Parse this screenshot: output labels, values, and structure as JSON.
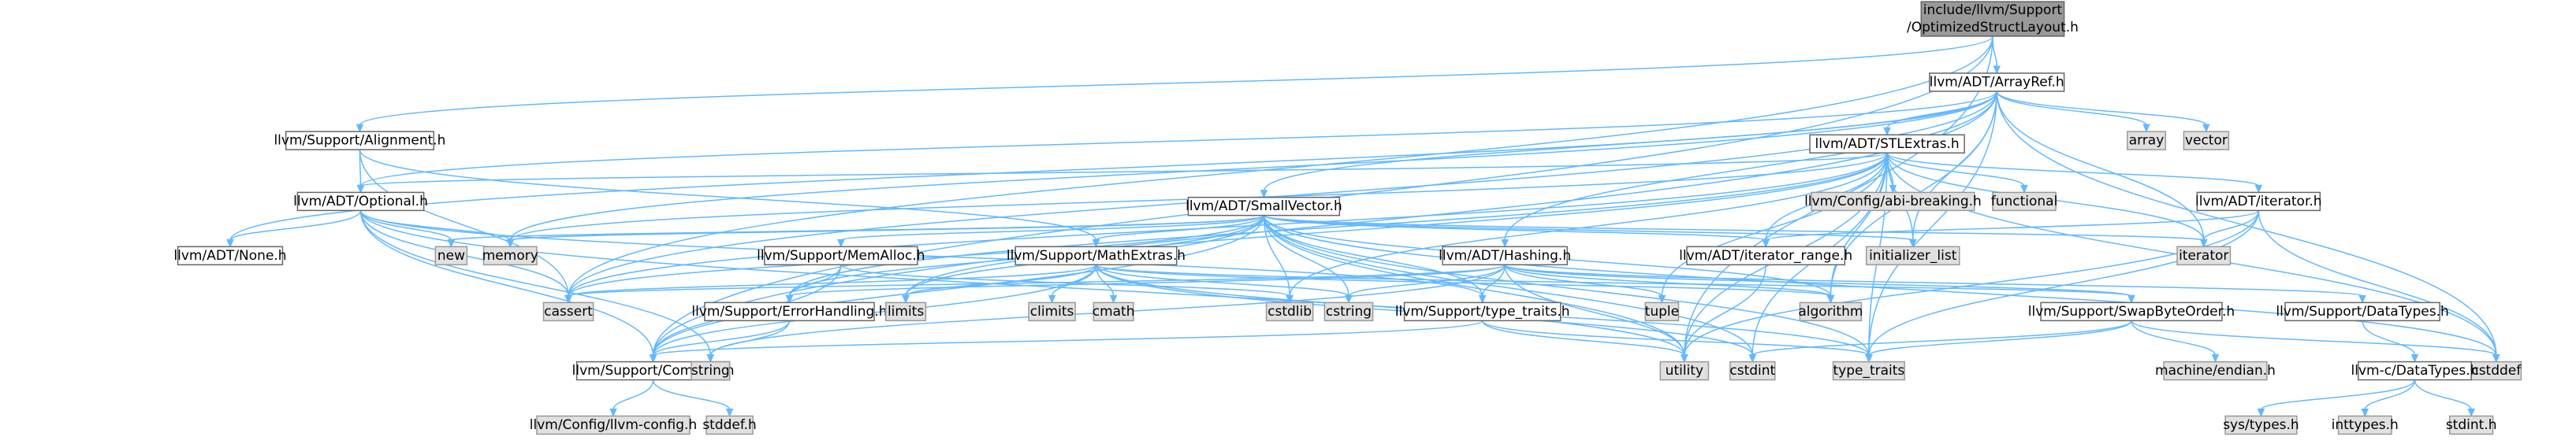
{
  "title": "include/llvm/Support/OptimizedStructLayout.h",
  "edge_color": "#63b8ff",
  "root_fill": "#999999",
  "system_fill": "#e0e0e0",
  "nodes": [
    {
      "id": "root",
      "lines": [
        "include/llvm/Support",
        "/OptimizedStructLayout.h"
      ],
      "kind": "root"
    },
    {
      "id": "arrayref",
      "lines": [
        "llvm/ADT/ArrayRef.h"
      ],
      "kind": "user"
    },
    {
      "id": "alignment",
      "lines": [
        "llvm/Support/Alignment.h"
      ],
      "kind": "user"
    },
    {
      "id": "stlextras",
      "lines": [
        "llvm/ADT/STLExtras.h"
      ],
      "kind": "user"
    },
    {
      "id": "array",
      "lines": [
        "array"
      ],
      "kind": "sys"
    },
    {
      "id": "vector",
      "lines": [
        "vector"
      ],
      "kind": "sys"
    },
    {
      "id": "optional",
      "lines": [
        "llvm/ADT/Optional.h"
      ],
      "kind": "user"
    },
    {
      "id": "smallvector",
      "lines": [
        "llvm/ADT/SmallVector.h"
      ],
      "kind": "user"
    },
    {
      "id": "abibreaking",
      "lines": [
        "llvm/Config/abi-breaking.h"
      ],
      "kind": "sys"
    },
    {
      "id": "functional",
      "lines": [
        "functional"
      ],
      "kind": "sys"
    },
    {
      "id": "iteratorh",
      "lines": [
        "llvm/ADT/iterator.h"
      ],
      "kind": "user"
    },
    {
      "id": "none",
      "lines": [
        "llvm/ADT/None.h"
      ],
      "kind": "user"
    },
    {
      "id": "new",
      "lines": [
        "new"
      ],
      "kind": "sys"
    },
    {
      "id": "memory",
      "lines": [
        "memory"
      ],
      "kind": "sys"
    },
    {
      "id": "memalloc",
      "lines": [
        "llvm/Support/MemAlloc.h"
      ],
      "kind": "user"
    },
    {
      "id": "mathextras",
      "lines": [
        "llvm/Support/MathExtras.h"
      ],
      "kind": "user"
    },
    {
      "id": "hashing",
      "lines": [
        "llvm/ADT/Hashing.h"
      ],
      "kind": "user"
    },
    {
      "id": "iterrange",
      "lines": [
        "llvm/ADT/iterator_range.h"
      ],
      "kind": "user"
    },
    {
      "id": "initlist",
      "lines": [
        "initializer_list"
      ],
      "kind": "sys"
    },
    {
      "id": "iterator",
      "lines": [
        "iterator"
      ],
      "kind": "sys"
    },
    {
      "id": "cassert",
      "lines": [
        "cassert"
      ],
      "kind": "sys"
    },
    {
      "id": "errorhandling",
      "lines": [
        "llvm/Support/ErrorHandling.h"
      ],
      "kind": "user"
    },
    {
      "id": "limits",
      "lines": [
        "limits"
      ],
      "kind": "sys"
    },
    {
      "id": "climits",
      "lines": [
        "climits"
      ],
      "kind": "sys"
    },
    {
      "id": "cmath",
      "lines": [
        "cmath"
      ],
      "kind": "sys"
    },
    {
      "id": "cstdlib",
      "lines": [
        "cstdlib"
      ],
      "kind": "sys"
    },
    {
      "id": "cstring",
      "lines": [
        "cstring"
      ],
      "kind": "sys"
    },
    {
      "id": "typetraitsh",
      "lines": [
        "llvm/Support/type_traits.h"
      ],
      "kind": "user"
    },
    {
      "id": "tuple",
      "lines": [
        "tuple"
      ],
      "kind": "sys"
    },
    {
      "id": "algorithm",
      "lines": [
        "algorithm"
      ],
      "kind": "sys"
    },
    {
      "id": "swapbyteorder",
      "lines": [
        "llvm/Support/SwapByteOrder.h"
      ],
      "kind": "user"
    },
    {
      "id": "datatypes",
      "lines": [
        "llvm/Support/DataTypes.h"
      ],
      "kind": "user"
    },
    {
      "id": "compiler",
      "lines": [
        "llvm/Support/Compiler.h"
      ],
      "kind": "user"
    },
    {
      "id": "string",
      "lines": [
        "string"
      ],
      "kind": "sys"
    },
    {
      "id": "utility",
      "lines": [
        "utility"
      ],
      "kind": "sys"
    },
    {
      "id": "cstdint",
      "lines": [
        "cstdint"
      ],
      "kind": "sys"
    },
    {
      "id": "typetraits",
      "lines": [
        "type_traits"
      ],
      "kind": "sys"
    },
    {
      "id": "machineendian",
      "lines": [
        "machine/endian.h"
      ],
      "kind": "sys"
    },
    {
      "id": "cstddef",
      "lines": [
        "cstddef"
      ],
      "kind": "sys"
    },
    {
      "id": "cdatatypes",
      "lines": [
        "llvm-c/DataTypes.h"
      ],
      "kind": "user"
    },
    {
      "id": "llvmconfig",
      "lines": [
        "llvm/Config/llvm-config.h"
      ],
      "kind": "sys"
    },
    {
      "id": "stddef",
      "lines": [
        "stddef.h"
      ],
      "kind": "sys"
    },
    {
      "id": "systypes",
      "lines": [
        "sys/types.h"
      ],
      "kind": "sys"
    },
    {
      "id": "inttypes",
      "lines": [
        "inttypes.h"
      ],
      "kind": "sys"
    },
    {
      "id": "stdint",
      "lines": [
        "stdint.h"
      ],
      "kind": "sys"
    }
  ],
  "edges": [
    [
      "root",
      "arrayref"
    ],
    [
      "root",
      "alignment"
    ],
    [
      "root",
      "cassert"
    ],
    [
      "root",
      "compiler"
    ],
    [
      "root",
      "utility"
    ],
    [
      "arrayref",
      "stlextras"
    ],
    [
      "arrayref",
      "array"
    ],
    [
      "arrayref",
      "vector"
    ],
    [
      "arrayref",
      "smallvector"
    ],
    [
      "arrayref",
      "hashing"
    ],
    [
      "arrayref",
      "none"
    ],
    [
      "arrayref",
      "optional"
    ],
    [
      "arrayref",
      "compiler"
    ],
    [
      "arrayref",
      "algorithm"
    ],
    [
      "arrayref",
      "cassert"
    ],
    [
      "arrayref",
      "cstddef"
    ],
    [
      "arrayref",
      "initlist"
    ],
    [
      "arrayref",
      "iterator"
    ],
    [
      "arrayref",
      "memory"
    ],
    [
      "arrayref",
      "typetraits"
    ],
    [
      "alignment",
      "optional"
    ],
    [
      "alignment",
      "mathextras"
    ],
    [
      "alignment",
      "cassert"
    ],
    [
      "stlextras",
      "optional"
    ],
    [
      "stlextras",
      "abibreaking"
    ],
    [
      "stlextras",
      "functional"
    ],
    [
      "stlextras",
      "iteratorh"
    ],
    [
      "stlextras",
      "iterrange"
    ],
    [
      "stlextras",
      "initlist"
    ],
    [
      "stlextras",
      "iterator"
    ],
    [
      "stlextras",
      "memory"
    ],
    [
      "stlextras",
      "errorhandling"
    ],
    [
      "stlextras",
      "cassert"
    ],
    [
      "stlextras",
      "cstdint"
    ],
    [
      "stlextras",
      "cstddef"
    ],
    [
      "stlextras",
      "cstdlib"
    ],
    [
      "stlextras",
      "tuple"
    ],
    [
      "stlextras",
      "utility"
    ],
    [
      "stlextras",
      "algorithm"
    ],
    [
      "stlextras",
      "typetraits"
    ],
    [
      "stlextras",
      "limits"
    ],
    [
      "optional",
      "none"
    ],
    [
      "optional",
      "new"
    ],
    [
      "optional",
      "memory"
    ],
    [
      "optional",
      "cassert"
    ],
    [
      "optional",
      "compiler"
    ],
    [
      "optional",
      "typetraitsh"
    ],
    [
      "optional",
      "utility"
    ],
    [
      "optional",
      "string"
    ],
    [
      "smallvector",
      "iterrange"
    ],
    [
      "smallvector",
      "memalloc"
    ],
    [
      "smallvector",
      "mathextras"
    ],
    [
      "smallvector",
      "compiler"
    ],
    [
      "smallvector",
      "memory"
    ],
    [
      "smallvector",
      "new"
    ],
    [
      "smallvector",
      "cassert"
    ],
    [
      "smallvector",
      "cstddef"
    ],
    [
      "smallvector",
      "cstdlib"
    ],
    [
      "smallvector",
      "cstring"
    ],
    [
      "smallvector",
      "initlist"
    ],
    [
      "smallvector",
      "iterator"
    ],
    [
      "smallvector",
      "limits"
    ],
    [
      "smallvector",
      "typetraitsh"
    ],
    [
      "smallvector",
      "utility"
    ],
    [
      "smallvector",
      "algorithm"
    ],
    [
      "smallvector",
      "errorhandling"
    ],
    [
      "smallvector",
      "cstdint"
    ],
    [
      "smallvector",
      "typetraits"
    ],
    [
      "iteratorh",
      "iterrange"
    ],
    [
      "iteratorh",
      "cstddef"
    ],
    [
      "iteratorh",
      "iterator"
    ],
    [
      "iteratorh",
      "typetraits"
    ],
    [
      "iteratorh",
      "utility"
    ],
    [
      "memalloc",
      "compiler"
    ],
    [
      "memalloc",
      "errorhandling"
    ],
    [
      "memalloc",
      "cstdlib"
    ],
    [
      "mathextras",
      "compiler"
    ],
    [
      "mathextras",
      "swapbyteorder"
    ],
    [
      "mathextras",
      "algorithm"
    ],
    [
      "mathextras",
      "cassert"
    ],
    [
      "mathextras",
      "climits"
    ],
    [
      "mathextras",
      "cmath"
    ],
    [
      "mathextras",
      "cstdint"
    ],
    [
      "mathextras",
      "cstring"
    ],
    [
      "mathextras",
      "limits"
    ],
    [
      "mathextras",
      "typetraits"
    ],
    [
      "hashing",
      "errorhandling"
    ],
    [
      "hashing",
      "swapbyteorder"
    ],
    [
      "hashing",
      "typetraitsh"
    ],
    [
      "hashing",
      "algorithm"
    ],
    [
      "hashing",
      "cassert"
    ],
    [
      "hashing",
      "cstring"
    ],
    [
      "hashing",
      "string"
    ],
    [
      "hashing",
      "tuple"
    ],
    [
      "hashing",
      "utility"
    ],
    [
      "hashing",
      "datatypes"
    ],
    [
      "iterrange",
      "utility"
    ],
    [
      "errorhandling",
      "compiler"
    ],
    [
      "errorhandling",
      "string"
    ],
    [
      "typetraitsh",
      "compiler"
    ],
    [
      "typetraitsh",
      "typetraits"
    ],
    [
      "typetraitsh",
      "utility"
    ],
    [
      "swapbyteorder",
      "cstddef"
    ],
    [
      "swapbyteorder",
      "cstdint"
    ],
    [
      "swapbyteorder",
      "typetraits"
    ],
    [
      "swapbyteorder",
      "machineendian"
    ],
    [
      "datatypes",
      "cdatatypes"
    ],
    [
      "cdatatypes",
      "systypes"
    ],
    [
      "cdatatypes",
      "inttypes"
    ],
    [
      "cdatatypes",
      "stdint"
    ],
    [
      "compiler",
      "llvmconfig"
    ],
    [
      "compiler",
      "stddef"
    ]
  ]
}
